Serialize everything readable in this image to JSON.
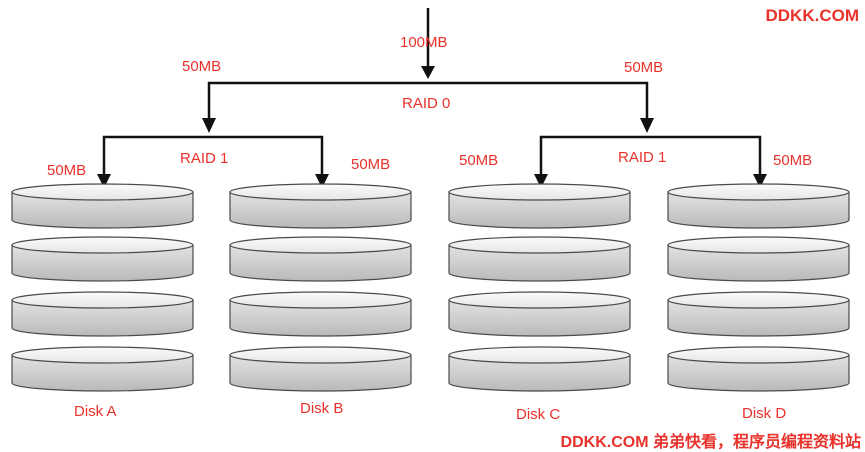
{
  "diagram": {
    "input_label": "100MB",
    "raid0_label": "RAID 0",
    "raid0_left_label": "50MB",
    "raid0_right_label": "50MB",
    "raid1_left": {
      "label": "RAID 1",
      "left_label": "50MB",
      "right_label": "50MB"
    },
    "raid1_right": {
      "label": "RAID  1",
      "left_label": "50MB",
      "right_label": "50MB"
    },
    "disks": [
      {
        "name": "Disk A"
      },
      {
        "name": "Disk B"
      },
      {
        "name": "Disk C"
      },
      {
        "name": "Disk D"
      }
    ]
  },
  "watermarks": {
    "top_right": "DDKK.COM",
    "bottom_right": "DDKK.COM 弟弟快看，程序员编程资料站"
  },
  "colors": {
    "label_red": "#e8322b",
    "line": "#111111",
    "platter_top": "#f4f4f4",
    "platter_side": "#c8c8c8"
  }
}
